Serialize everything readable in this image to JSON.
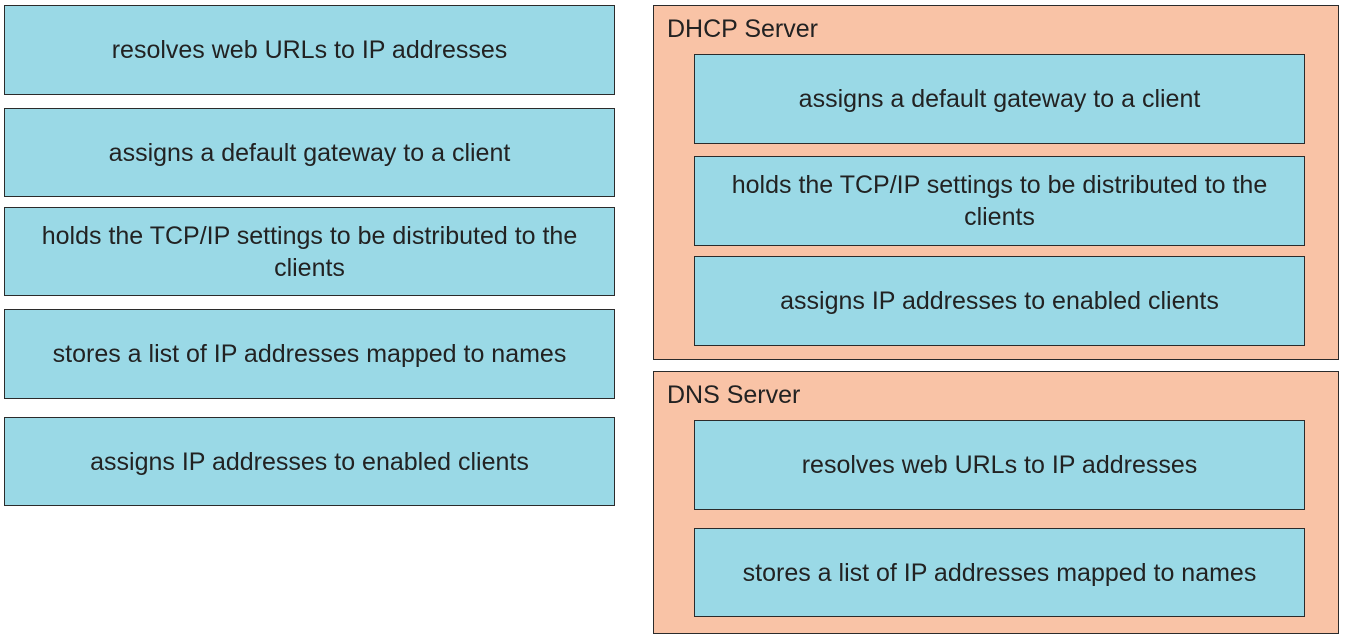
{
  "colors": {
    "card_fill": "#9ad9e6",
    "zone_fill": "#f9c3a6",
    "border": "#2b2b2b"
  },
  "source_items": [
    "resolves web URLs to IP addresses",
    "assigns a default gateway to a client",
    "holds the TCP/IP settings to be distributed to the clients",
    "stores a list of IP addresses mapped to names",
    "assigns IP addresses to enabled clients"
  ],
  "targets": {
    "dhcp": {
      "title": "DHCP Server",
      "items": [
        "assigns a default gateway to a client",
        "holds the TCP/IP settings to be distributed to the clients",
        "assigns IP addresses to enabled clients"
      ]
    },
    "dns": {
      "title": "DNS Server",
      "items": [
        "resolves web URLs to IP addresses",
        "stores a list of IP addresses mapped to names"
      ]
    }
  }
}
